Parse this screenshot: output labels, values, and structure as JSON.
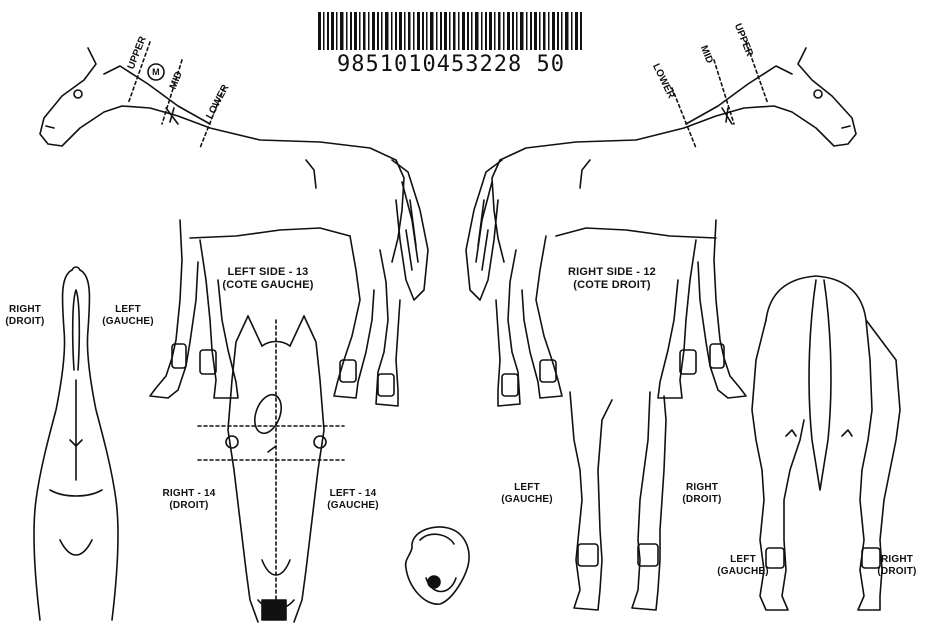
{
  "barcode": {
    "number": "9851010453228 50"
  },
  "left_horse": {
    "title": "LEFT SIDE - 13",
    "subtitle": "(COTE GAUCHE)",
    "neck_markers": {
      "upper": "UPPER",
      "mid": "MID",
      "lower": "LOWER",
      "circle_mark": "M"
    }
  },
  "right_horse": {
    "title": "RIGHT SIDE - 12",
    "subtitle": "(COTE DROIT)",
    "neck_markers": {
      "upper": "UPPER",
      "mid": "MID",
      "lower": "LOWER"
    }
  },
  "top_view": {
    "right": "RIGHT",
    "right_fr": "(DROIT)",
    "left": "LEFT",
    "left_fr": "(GAUCHE)"
  },
  "head_view": {
    "right": "RIGHT - 14",
    "right_fr": "(DROIT)",
    "left": "LEFT - 14",
    "left_fr": "(GAUCHE)"
  },
  "front_legs": {
    "left": "LEFT",
    "left_fr": "(GAUCHE)",
    "right": "RIGHT",
    "right_fr": "(DROIT)"
  },
  "rear_view": {
    "left": "LEFT",
    "left_fr": "(GAUCHE)",
    "right": "RIGHT",
    "right_fr": "(DROIT)"
  }
}
